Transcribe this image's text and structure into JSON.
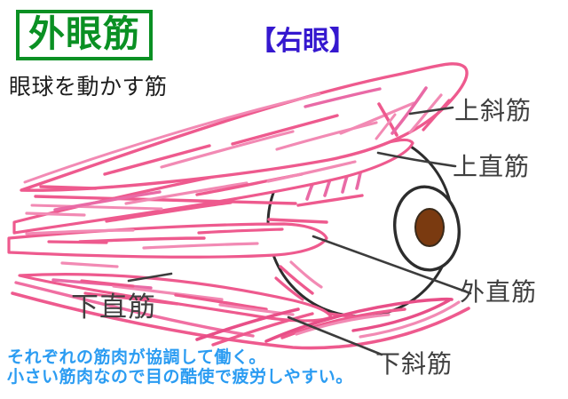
{
  "title": {
    "text": "外眼筋",
    "subtitle": "眼球を動かす筋"
  },
  "eye_side": "【右眼】",
  "labels": {
    "superior_oblique": "上斜筋",
    "superior_rectus": "上直筋",
    "lateral_rectus": "外直筋",
    "inferior_oblique": "下斜筋",
    "inferior_rectus": "下直筋"
  },
  "caption": {
    "line1": "それぞれの筋肉が協調して働く。",
    "line2": "小さい筋肉なので目の酷使で疲労しやすい。"
  },
  "colors": {
    "title_green": "#0a9023",
    "eye_side_blue": "#3518cf",
    "caption_blue": "#2b9cf2",
    "muscle_pink": "#ee5a8e",
    "muscle_pink_light": "#f28ab4",
    "label_dark": "#3f3f3f",
    "outline_black": "#2d2d2d",
    "pupil_brown": "#7a3a10"
  }
}
